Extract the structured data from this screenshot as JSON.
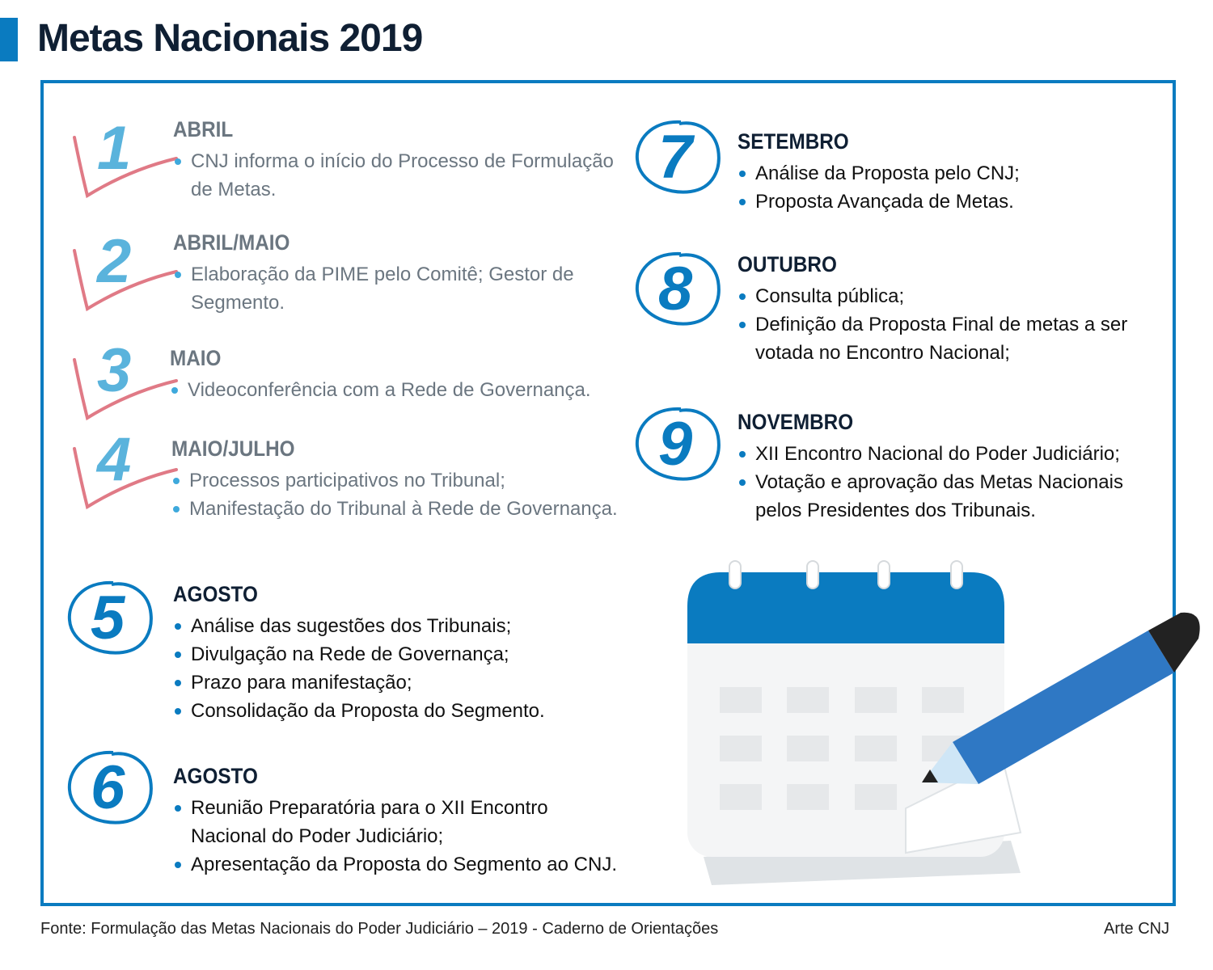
{
  "title": "Metas Nacionais 2019",
  "steps": [
    {
      "number": "1",
      "month": "ABRIL",
      "items": [
        "CNJ informa o início do Processo de Formulação de Metas."
      ],
      "status": "done"
    },
    {
      "number": "2",
      "month": "ABRIL/MAIO",
      "items": [
        "Elaboração da PIME pelo Comitê; Gestor de Segmento."
      ],
      "status": "done"
    },
    {
      "number": "3",
      "month": "MAIO",
      "items": [
        "Videoconferência com a Rede de Governança."
      ],
      "status": "done"
    },
    {
      "number": "4",
      "month": "MAIO/JULHO",
      "items": [
        "Processos participativos no Tribunal;",
        "Manifestação do Tribunal à Rede de Governança."
      ],
      "status": "done"
    },
    {
      "number": "5",
      "month": "AGOSTO",
      "items": [
        "Análise das sugestões dos Tribunais;",
        "Divulgação na Rede de Governança;",
        "Prazo para manifestação;",
        "Consolidação da Proposta do Segmento."
      ],
      "status": "pending"
    },
    {
      "number": "6",
      "month": "AGOSTO",
      "items": [
        "Reunião Preparatória para o XII Encontro Nacional do Poder Judiciário;",
        "Apresentação da Proposta do Segmento ao CNJ."
      ],
      "status": "pending"
    },
    {
      "number": "7",
      "month": "SETEMBRO",
      "items": [
        "Análise da Proposta pelo CNJ;",
        "Proposta Avançada de Metas."
      ],
      "status": "pending"
    },
    {
      "number": "8",
      "month": "OUTUBRO",
      "items": [
        "Consulta pública;",
        "Definição da Proposta Final de metas a ser votada no Encontro Nacional;"
      ],
      "status": "pending"
    },
    {
      "number": "9",
      "month": "NOVEMBRO",
      "items": [
        "XII Encontro Nacional do Poder Judiciário;",
        "Votação e aprovação das Metas Nacionais pelos Presidentes dos Tribunais."
      ],
      "status": "pending"
    }
  ],
  "footer": {
    "source": "Fonte: Formulação das Metas Nacionais do Poder Judiciário – 2019 - Caderno de Orientações",
    "credit": "Arte CNJ"
  },
  "colors": {
    "accent": "#0a7bc0",
    "check": "#e07a86",
    "done_text": "#6b7680",
    "title": "#0f1f33"
  }
}
